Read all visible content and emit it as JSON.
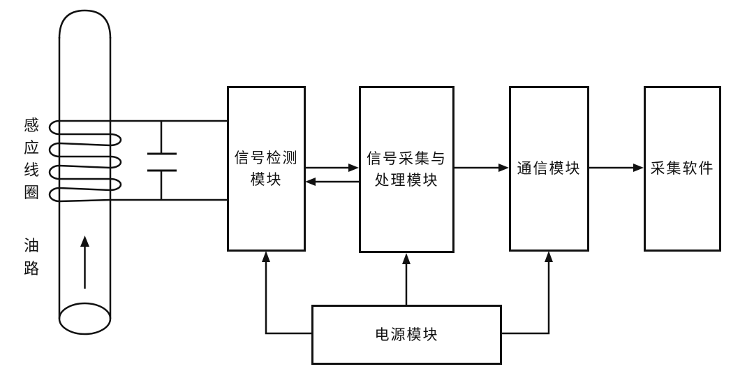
{
  "diagram": {
    "title_implicit": "",
    "labels": {
      "coil": "感应线圈",
      "oil_path": "油路"
    },
    "modules": {
      "detection": {
        "label": "信号检测模块",
        "lines": [
          "信号检测",
          "模块"
        ]
      },
      "acquisition": {
        "label": "信号采集与处理模块",
        "lines": [
          "信号采集与",
          "处理模块"
        ]
      },
      "communication": {
        "label": "通信模块"
      },
      "software": {
        "label": "采集软件"
      },
      "power": {
        "label": "电源模块"
      }
    },
    "symbols": [
      "oil-pipe",
      "induction-coil",
      "capacitor",
      "flow-direction-arrow"
    ],
    "connections": [
      {
        "from": "感应线圈",
        "to": "信号检测模块",
        "type": "wire-pair-with-parallel-capacitor"
      },
      {
        "from": "信号检测模块",
        "to": "信号采集与处理模块",
        "type": "arrow-right"
      },
      {
        "from": "信号采集与处理模块",
        "to": "信号检测模块",
        "type": "arrow-left"
      },
      {
        "from": "信号采集与处理模块",
        "to": "通信模块",
        "type": "arrow-right"
      },
      {
        "from": "通信模块",
        "to": "采集软件",
        "type": "arrow-right"
      },
      {
        "from": "电源模块",
        "to": "信号检测模块",
        "type": "arrow-up"
      },
      {
        "from": "电源模块",
        "to": "信号采集与处理模块",
        "type": "arrow-up"
      },
      {
        "from": "电源模块",
        "to": "通信模块",
        "type": "arrow-up"
      }
    ],
    "colors": {
      "line": "#111111",
      "text": "#111111",
      "background": "#ffffff"
    }
  }
}
